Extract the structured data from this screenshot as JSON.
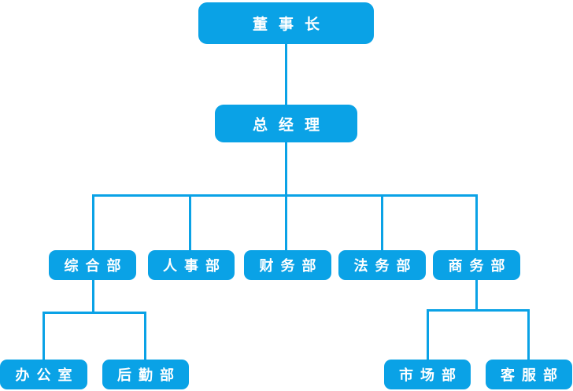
{
  "diagram": {
    "type": "org-chart",
    "accent_color": "#0AA2E6",
    "text_color": "#FFFFFF",
    "background_color": "#FFFFFF",
    "nodes": [
      {
        "id": "chairman",
        "label": "董事长",
        "level": 1,
        "parent": null
      },
      {
        "id": "general-manager",
        "label": "总经理",
        "level": 2,
        "parent": "chairman"
      },
      {
        "id": "general-affairs-dept",
        "label": "综合部",
        "level": 3,
        "parent": "general-manager"
      },
      {
        "id": "hr-dept",
        "label": "人事部",
        "level": 3,
        "parent": "general-manager"
      },
      {
        "id": "finance-dept",
        "label": "财务部",
        "level": 3,
        "parent": "general-manager"
      },
      {
        "id": "legal-dept",
        "label": "法务部",
        "level": 3,
        "parent": "general-manager"
      },
      {
        "id": "business-dept",
        "label": "商务部",
        "level": 3,
        "parent": "general-manager"
      },
      {
        "id": "office",
        "label": "办公室",
        "level": 4,
        "parent": "general-affairs-dept"
      },
      {
        "id": "logistics-dept",
        "label": "后勤部",
        "level": 4,
        "parent": "general-affairs-dept"
      },
      {
        "id": "marketing-dept",
        "label": "市场部",
        "level": 4,
        "parent": "business-dept"
      },
      {
        "id": "customer-service-dept",
        "label": "客服部",
        "level": 4,
        "parent": "business-dept"
      }
    ]
  }
}
